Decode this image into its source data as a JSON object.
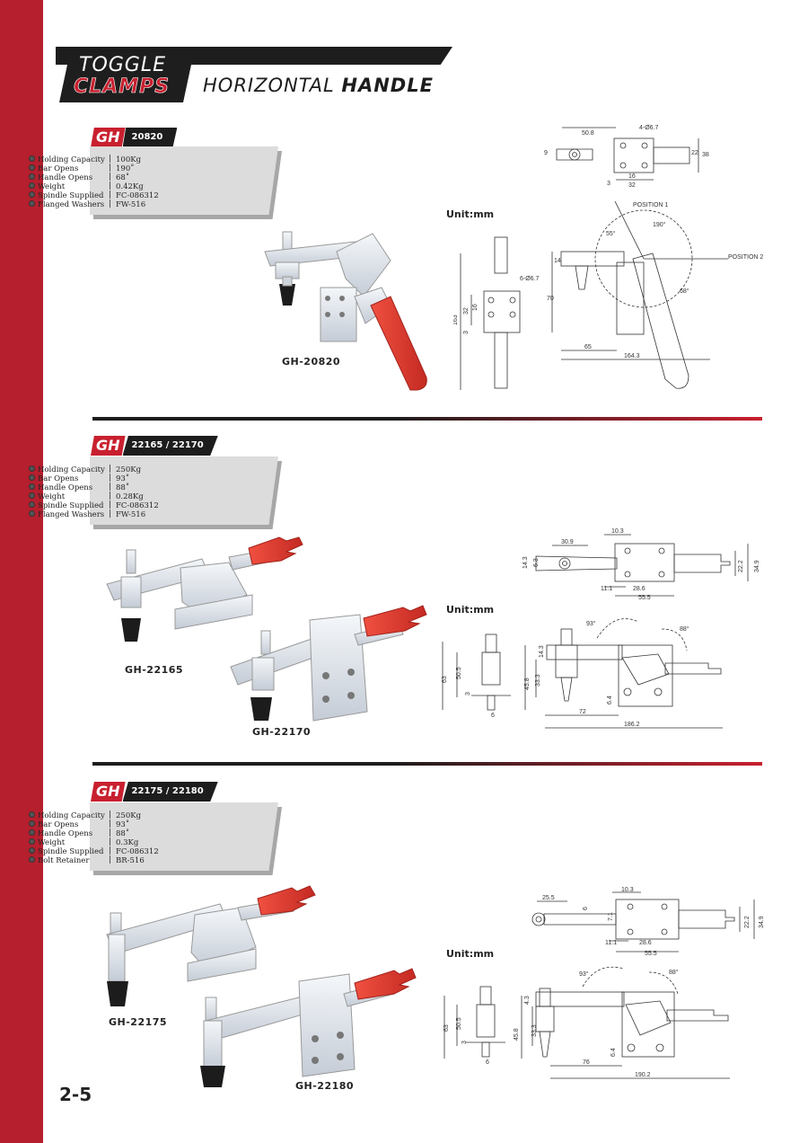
{
  "header": {
    "logo_line1": "TOGGLE",
    "logo_line2": "CLAMPS",
    "title_light": "HORIZONTAL ",
    "title_bold": "HANDLE"
  },
  "brand_tag": "GH",
  "unit_label": "Unit:mm",
  "sections": [
    {
      "model": "20820",
      "specs": [
        {
          "label": "Holding Capacity",
          "value": "100Kg"
        },
        {
          "label": "Bar Opens",
          "value": "190˚"
        },
        {
          "label": "Handle Opens",
          "value": "68˚"
        },
        {
          "label": "Weight",
          "value": "0.42Kg"
        },
        {
          "label": "Spindle Supplied",
          "value": "FC-086312"
        },
        {
          "label": "Flanged Washers",
          "value": "FW-516"
        }
      ],
      "captions": [
        "GH-20820"
      ],
      "dims": {
        "top": [
          "50.8",
          "4-Ø6.7",
          "9",
          "22",
          "38",
          "3",
          "16",
          "32"
        ],
        "front": [
          "6-Ø6.7",
          "163",
          "32",
          "16",
          "3"
        ],
        "side": [
          "POSITION 1",
          "POSITION 2",
          "190°",
          "68°",
          "55°",
          "14",
          "70",
          "65",
          "164.3"
        ]
      }
    },
    {
      "model": "22165 / 22170",
      "specs": [
        {
          "label": "Holding Capacity",
          "value": "250Kg"
        },
        {
          "label": "Bar Opens",
          "value": "93˚"
        },
        {
          "label": "Handle Opens",
          "value": "88˚"
        },
        {
          "label": "Weight",
          "value": "0.28Kg"
        },
        {
          "label": "Spindle Supplied",
          "value": "FC-086312"
        },
        {
          "label": "Flanged Washers",
          "value": "FW-516"
        }
      ],
      "captions": [
        "GH-22165",
        "GH-22170"
      ],
      "dims": {
        "top": [
          "30.9",
          "10.3",
          "14.3",
          "6.3",
          "22.2",
          "34.9",
          "11.1",
          "28.6",
          "55.5"
        ],
        "front": [
          "63",
          "50.5",
          "3",
          "6"
        ],
        "side": [
          "93°",
          "88°",
          "14.3",
          "45.8",
          "33.3",
          "6.4",
          "72",
          "186.2"
        ]
      }
    },
    {
      "model": "22175 / 22180",
      "specs": [
        {
          "label": "Holding Capacity",
          "value": "250Kg"
        },
        {
          "label": "Bar Opens",
          "value": "93˚"
        },
        {
          "label": "Handle Opens",
          "value": "88˚"
        },
        {
          "label": "Weight",
          "value": "0.3Kg"
        },
        {
          "label": "Spindle Supplied",
          "value": "FC-086312"
        },
        {
          "label": "Bolt Retainer",
          "value": "BR-516"
        }
      ],
      "captions": [
        "GH-22175",
        "GH-22180"
      ],
      "dims": {
        "top": [
          "25.5",
          "6",
          "10.3",
          "7.1",
          "22.2",
          "34.9",
          "11.1",
          "28.6",
          "55.5"
        ],
        "front": [
          "63",
          "50.5",
          "3",
          "6"
        ],
        "side": [
          "93°",
          "88°",
          "4.3",
          "45.8",
          "33.3",
          "6.4",
          "76",
          "190.2"
        ]
      }
    }
  ],
  "page_number": "2-5",
  "colors": {
    "brand_red": "#c8202f",
    "clamp_body": "#e8ecf1",
    "handle_red": "#e8372e"
  }
}
